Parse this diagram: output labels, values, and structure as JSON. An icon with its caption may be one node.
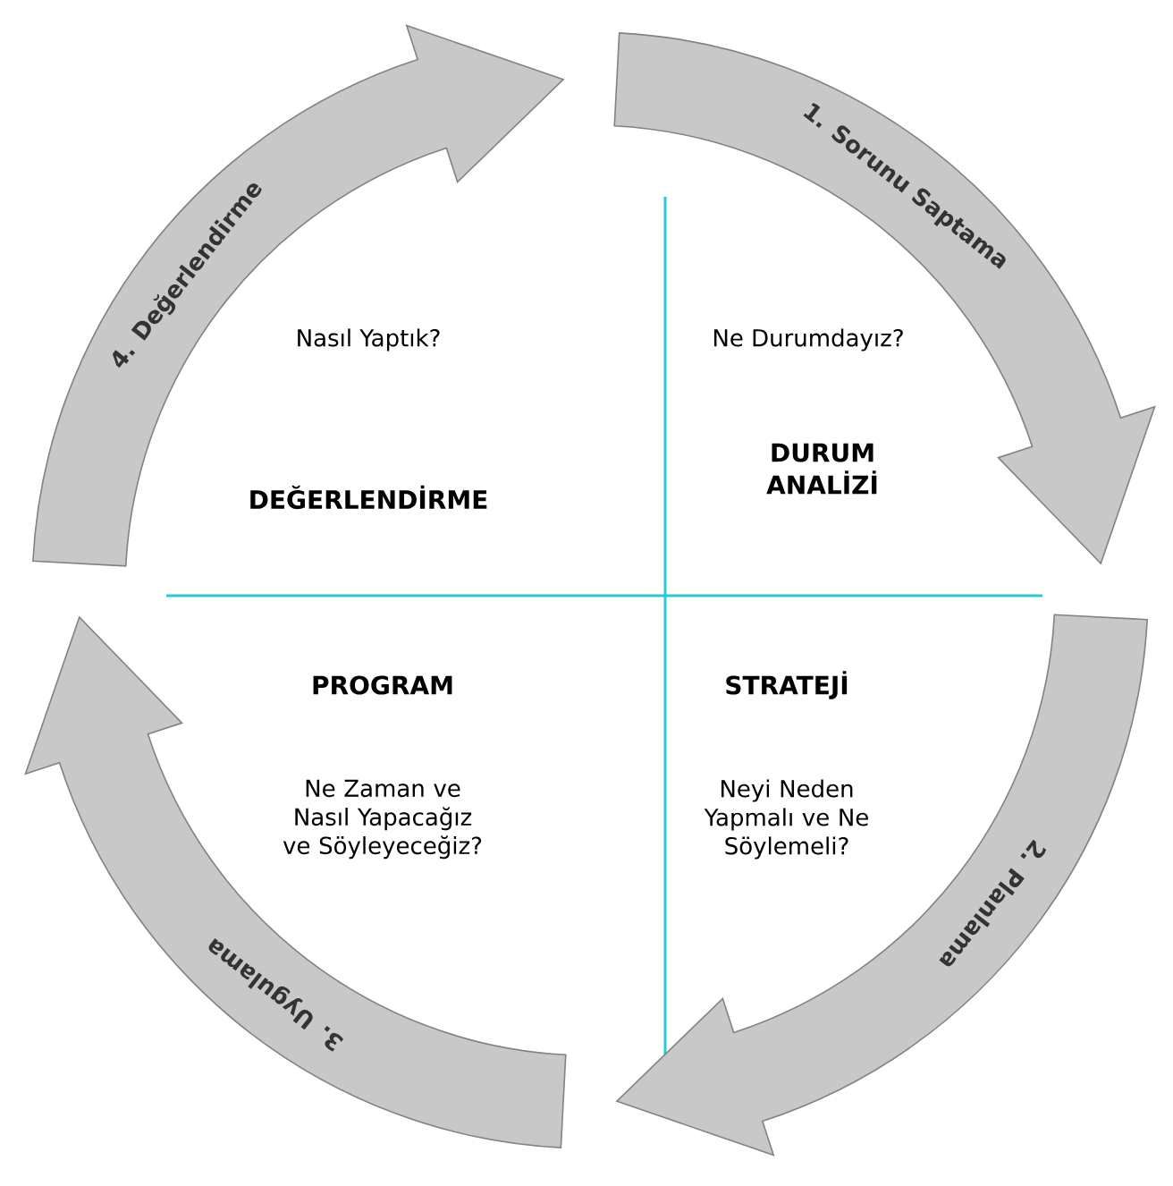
{
  "diagram": {
    "nodes": [
      {
        "text": [
          "1. Sorunu Saptama"
        ]
      },
      {
        "text": [
          "2. Planlama"
        ]
      },
      {
        "text": [
          "3. Uygulama"
        ]
      },
      {
        "text": [
          "4. Değerlendirme"
        ]
      }
    ],
    "labels": [
      "Nasıl Yaptık?",
      "Ne Durumdayız?",
      "DEĞERLENDİRME",
      "DURUM ANALİZİ",
      "PROGRAM",
      "STRATEJİ",
      "Ne Zaman ve Nasıl Yapacağız ve Söyleyeceğiz?",
      "Neyi Neden Yapmalı ve Ne Söylemeli?"
    ]
  }
}
